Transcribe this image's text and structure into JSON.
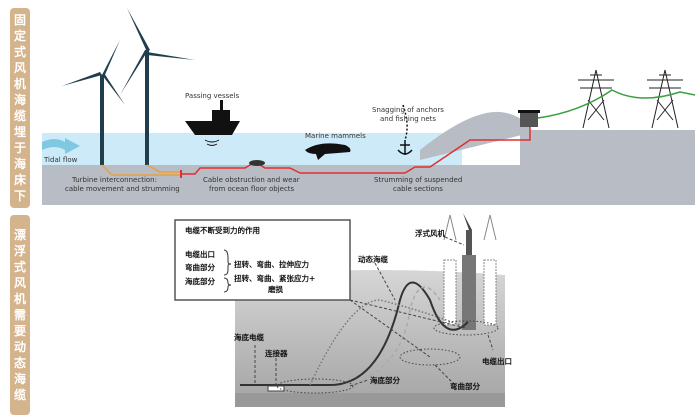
{
  "side_labels": {
    "fixed": [
      "固",
      "定",
      "式",
      "风",
      "机",
      "海",
      "缆",
      "埋",
      "于",
      "海",
      "床",
      "下"
    ],
    "floating": [
      "漂",
      "浮",
      "式",
      "风",
      "机",
      "需",
      "要",
      "动",
      "态",
      "海",
      "缆"
    ]
  },
  "top_diagram": {
    "tidal_flow": "Tidal flow",
    "passing_vessels": "Passing vessels",
    "marine_mammals": "Marine mammels",
    "snagging_line1": "Snagging of anchors",
    "snagging_line2": "and fishing nets",
    "turbine_line1": "Turbine interconnection:",
    "turbine_line2": "cable movement and strumming",
    "obstruction_line1": "Cable obstruction and wear",
    "obstruction_line2": "from ocean floor objects",
    "strumming_line1": "Strumming of suspended",
    "strumming_line2": "cable sections",
    "colors": {
      "water": "#cdeaf8",
      "seabed": "#b8bcc4",
      "cable": "#e03030",
      "interconnect": "#e8a040",
      "grid": "#3aa040",
      "turbine": "#1f3d4d"
    }
  },
  "bottom_diagram": {
    "box_title": "电缆不断受到力的作用",
    "box_rows": [
      "电缆出口",
      "弯曲部分",
      "海底部分"
    ],
    "force_1": "扭转、弯曲、拉伸应力",
    "force_2": "扭转、弯曲、紧张应力+",
    "force_2b": "磨损",
    "floating_turbine": "浮式风机",
    "dynamic_cable": "动态海缆",
    "seabed_cable": "海底电缆",
    "connector": "连接器",
    "seabed_section": "海底部分",
    "bend_section": "弯曲部分",
    "cable_exit": "电缆出口"
  }
}
